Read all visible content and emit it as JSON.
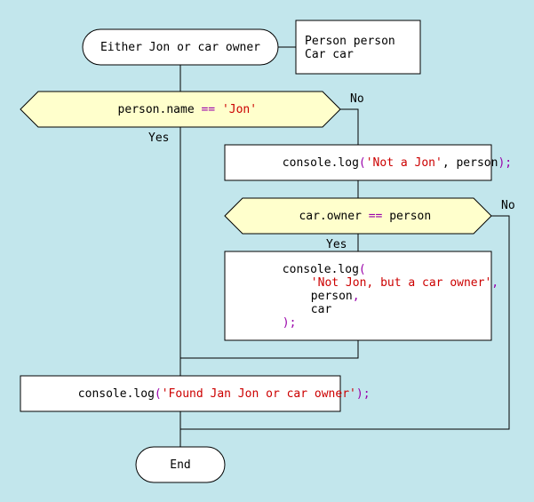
{
  "colors": {
    "background": "#c2e6ec",
    "box_fill": "#ffffff",
    "decision_fill": "#ffffcc",
    "line": "#000000",
    "string": "#cc0000",
    "operator": "#9900aa"
  },
  "start": {
    "label": "Either Jon or car owner"
  },
  "declaration": {
    "line1": "Person person",
    "line2": "Car car"
  },
  "decision1": {
    "left": "person.name ",
    "op": "==",
    "right": " 'Jon'"
  },
  "decision1_no": "No",
  "decision1_yes": "Yes",
  "log_not_jon": {
    "p1": "console.log",
    "p2": "(",
    "p3": "'Not a Jon'",
    "p4": ", person",
    "p5": ");"
  },
  "decision2": {
    "left": "car.owner ",
    "op": "==",
    "right": " person"
  },
  "decision2_no": "No",
  "decision2_yes": "Yes",
  "log_car_owner": {
    "l1a": "console.log",
    "l1b": "(",
    "l2": "'Not Jon, but a car owner'",
    "l2b": ",",
    "l3": "person",
    "l3b": ",",
    "l4": "car",
    "l5a": ")",
    "l5b": ";"
  },
  "log_found": {
    "p1": "console.log",
    "p2": "(",
    "p3": "'Found Jan Jon or car owner'",
    "p4": ");"
  },
  "end": {
    "label": "End"
  }
}
